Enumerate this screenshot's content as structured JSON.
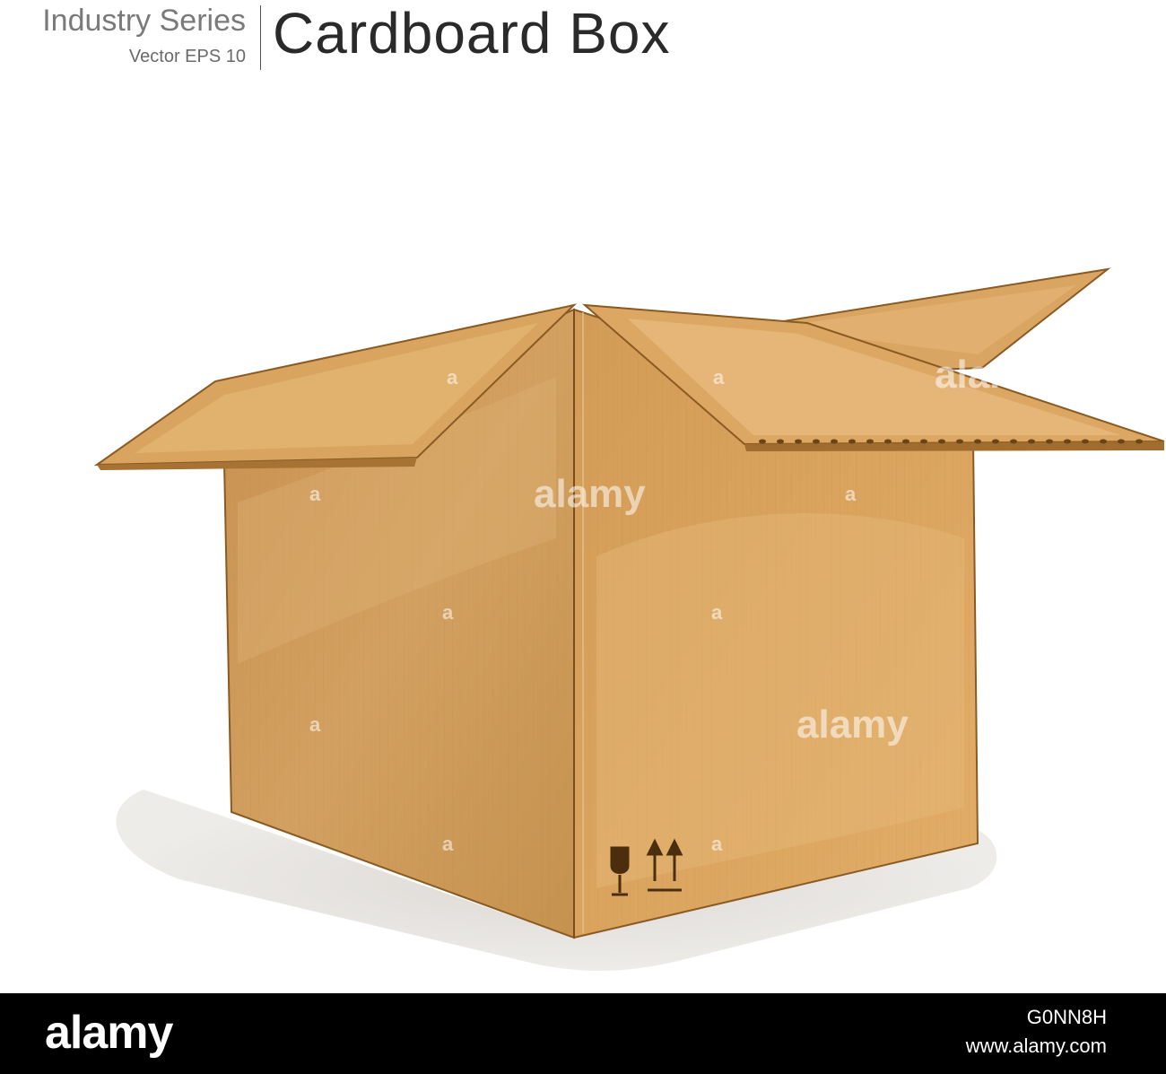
{
  "header": {
    "series": "Industry Series",
    "format": "Vector EPS 10",
    "title": "Cardboard Box"
  },
  "illustration": {
    "subject": "open-cardboard-box",
    "handling_icons": [
      "fragile-glass-icon",
      "this-way-up-icon"
    ],
    "colors": {
      "box_front": "#c99a55",
      "box_side": "#dca862",
      "flap_light": "#e8b771",
      "flap_dark": "#c88f48",
      "outline": "#8a5a22",
      "shadow": "#e2dfdb"
    }
  },
  "watermark": {
    "small_mark": "a",
    "large_mark": "alamy"
  },
  "footer": {
    "brand": "alamy",
    "image_id": "G0NN8H",
    "url": "www.alamy.com"
  }
}
